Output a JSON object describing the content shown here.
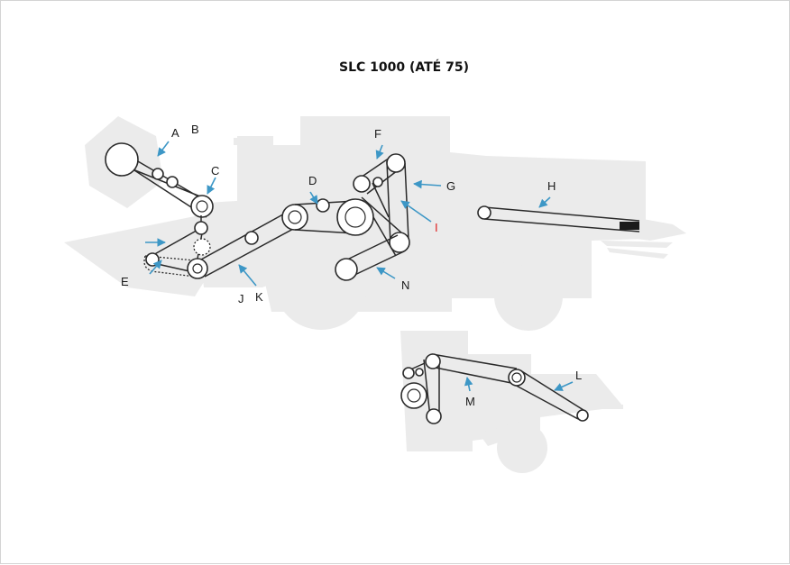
{
  "title": "SLC 1000 (ATÉ 75)",
  "labels": {
    "A": "A",
    "B": "B",
    "C": "C",
    "D": "D",
    "E": "E",
    "F": "F",
    "G": "G",
    "H": "H",
    "I": "I",
    "J": "J",
    "K": "K",
    "L": "L",
    "M": "M",
    "N": "N"
  },
  "colors": {
    "arrow": "#3d97c6",
    "highlight_label": "#e02020",
    "silhouette": "#ebebeb",
    "belt": "#2a2a2a"
  }
}
